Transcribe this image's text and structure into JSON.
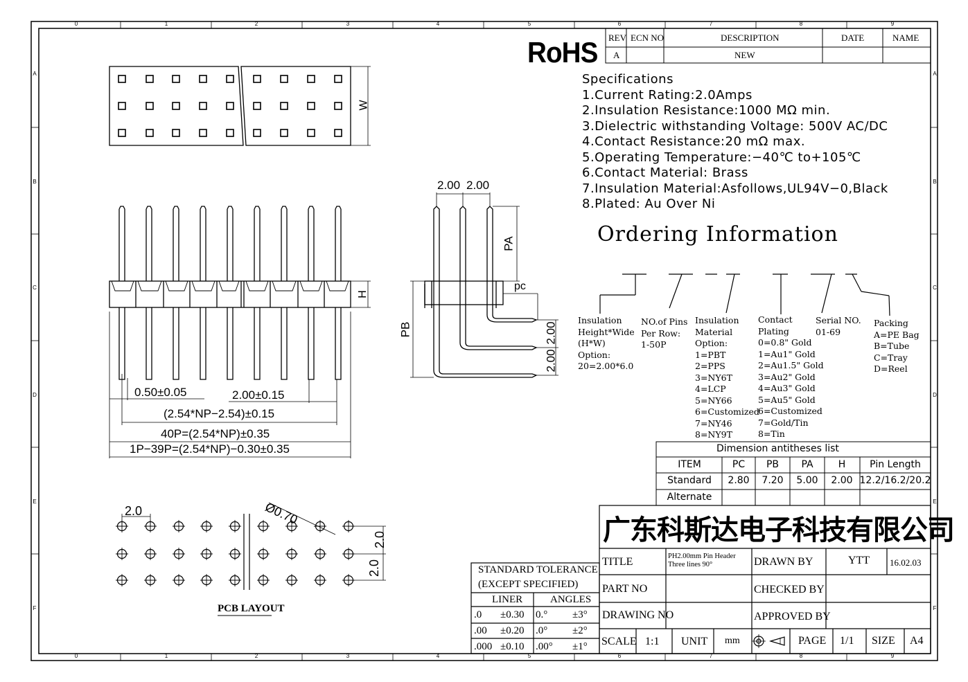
{
  "border": {
    "col_marks": [
      "0",
      "1",
      "2",
      "3",
      "4",
      "5",
      "6",
      "7",
      "8",
      "9"
    ],
    "row_marks": [
      "A",
      "B",
      "C",
      "D",
      "E",
      "F"
    ]
  },
  "revision": {
    "headers": [
      "REV",
      "ECN NO",
      "DESCRIPTION",
      "DATE",
      "NAME"
    ],
    "row": [
      "A",
      "",
      "NEW",
      "",
      ""
    ]
  },
  "rohs": "RoHS",
  "specifications": {
    "title": "Specifications",
    "items": [
      "1.Current  Rating:2.0Amps",
      "2.Insulation  Resistance:1000  MΩ  min.",
      "3.Dielectric  withstanding  Voltage:   500V AC/DC",
      "4.Contact  Resistance:20  mΩ  max.",
      "5.Operating  Temperature:−40℃  to+105℃",
      "6.Contact  Material:  Brass",
      "7.Insulation  Material:Asfollows,UL94V−0,Black",
      "8.Plated:  Au  Over  Ni"
    ]
  },
  "ordering": {
    "title": "Ordering  Information",
    "groups": [
      {
        "lines": [
          "Insulation",
          "Height*Wide",
          "(H*W)",
          "Option:",
          "20=2.00*6.0"
        ]
      },
      {
        "lines": [
          "NO.of Pins",
          "Per Row:",
          "1-50P"
        ]
      },
      {
        "lines": [
          "Insulation",
          "Material",
          "Option:",
          "1=PBT",
          "2=PPS",
          "3=NY6T",
          "4=LCP",
          "5=NY66",
          "6=Customized",
          "7=NY46",
          "8=NY9T"
        ]
      },
      {
        "lines": [
          "Contact",
          "Plating",
          "0=0.8\" Gold",
          "1=Au1\" Gold",
          "2=Au1.5\" Gold",
          "3=Au2\" Gold",
          "4=Au3\" Gold",
          "5=Au5\" Gold",
          "6=Customized",
          "7=Gold/Tin",
          "8=Tin"
        ]
      },
      {
        "lines": [
          "Serial NO.",
          "01-69"
        ]
      },
      {
        "lines": [
          "Packing",
          "A=PE Bag",
          "B=Tube",
          "C=Tray",
          "D=Reel"
        ]
      }
    ]
  },
  "dimension_table": {
    "title": "Dimension antitheses list",
    "headers": [
      "ITEM",
      "PC",
      "PB",
      "PA",
      "H",
      "Pin Length"
    ],
    "rows": [
      [
        "Standard",
        "2.80",
        "7.20",
        "5.00",
        "2.00",
        "12.2/16.2/20.2"
      ],
      [
        "Alternate",
        "",
        "",
        "",
        "",
        ""
      ]
    ]
  },
  "company": "广东科斯达电子科技有限公司",
  "title_block": {
    "title_label": "TITLE",
    "title_value_1": "PH2.00mm Pin Header",
    "title_value_2": "Three lines 90°",
    "drawn_by_label": "DRAWN BY",
    "drawn_by_value": "YTT",
    "date_value": "16.02.03",
    "part_no_label": "PART NO",
    "checked_by_label": "CHECKED BY",
    "drawing_no_label": "DRAWING NO",
    "approved_by_label": "APPROVED BY",
    "scale_label": "SCALE",
    "scale_value": "1:1",
    "unit_label": "UNIT",
    "unit_value": "mm",
    "page_label": "PAGE",
    "page_value": "1/1",
    "size_label": "SIZE",
    "size_value": "A4"
  },
  "tolerance": {
    "title_1": "STANDARD  TOLERANCE",
    "title_2": "(EXCEPT   SPECIFIED)",
    "liner_label": "LINER",
    "angles_label": "ANGLES",
    "rows": [
      [
        ".0",
        "±0.30",
        "0.°",
        "±3°"
      ],
      [
        ".00",
        "±0.20",
        ".0°",
        "±2°"
      ],
      [
        ".000",
        "±0.10",
        ".00°",
        "±1°"
      ]
    ]
  },
  "dims": {
    "w": "W",
    "h": "H",
    "pa": "PA",
    "pb": "PB",
    "pc": "pc",
    "pitch_top_1": "2.00",
    "pitch_top_2": "2.00",
    "side_1": "2.00",
    "side_2": "2.00",
    "pin_width": "0.50±0.05",
    "pin_pitch": "2.00±0.15",
    "span": "(2.54*NP−2.54)±0.15",
    "len_40p": "40P=(2.54*NP)±0.35",
    "len_1p": "1P−39P=(2.54*NP)−0.30±0.35",
    "pcb_pitch": "2.0",
    "pcb_hole": "Ø0.70",
    "pcb_v1": "2.0",
    "pcb_v2": "2.0",
    "pcb_layout": "PCB LAYOUT"
  }
}
